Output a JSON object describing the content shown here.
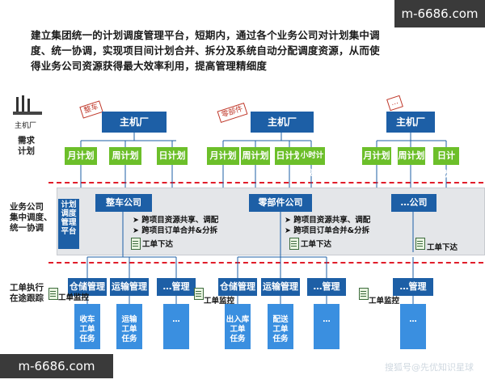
{
  "intro": "建立集团统一的计划调度管理平台，短期内，通过各个业务公司对计划集中调度、统一协调，实现项目间计划合并、拆分及系统自动分配调度资源，从而使得业务公司资源获得最大效率利用，提高管理精细度",
  "watermark": {
    "site": "m-6686.com",
    "source": "搜狐号@先优知识星球"
  },
  "factory_icon_label": "主机厂",
  "side_labels": {
    "demand": "需求\n计划",
    "business": "业务公司\n集中调度、\n统一协调",
    "execution": "工单执行\n在途跟踪"
  },
  "stamps": [
    "整车",
    "零部件",
    "…"
  ],
  "plants": [
    "主机厂",
    "主机厂",
    "主机厂"
  ],
  "plans": [
    [
      "月计划",
      "周计划",
      "日计划"
    ],
    [
      "月计划",
      "周计划",
      "日计划",
      "小时计划"
    ],
    [
      "月计划",
      "周计划",
      "日计划"
    ]
  ],
  "platform": "计划\n调度\n管理\n平台",
  "companies": [
    "整车公司",
    "零部件公司",
    "…公司"
  ],
  "company_notes": [
    "跨项目资源共享、调配",
    "跨项目订单合并&分拆"
  ],
  "work_order": "工单下达",
  "monitor": "工单监控",
  "managers": [
    [
      "仓储管理",
      "运输管理",
      "…管理"
    ],
    [
      "仓储管理",
      "运输管理",
      "…管理"
    ],
    [
      "…管理"
    ]
  ],
  "tasks": [
    [
      "收车\n工单\n任务",
      "运输\n工单\n任务",
      "…"
    ],
    [
      "出入库\n工单\n任务",
      "配送\n工单\n任务",
      "…"
    ],
    [
      "…"
    ]
  ],
  "colors": {
    "blue": "#1d5fa6",
    "green": "#6cbf2a",
    "task": "#3a8fe0",
    "dash": "#e01d2a"
  }
}
